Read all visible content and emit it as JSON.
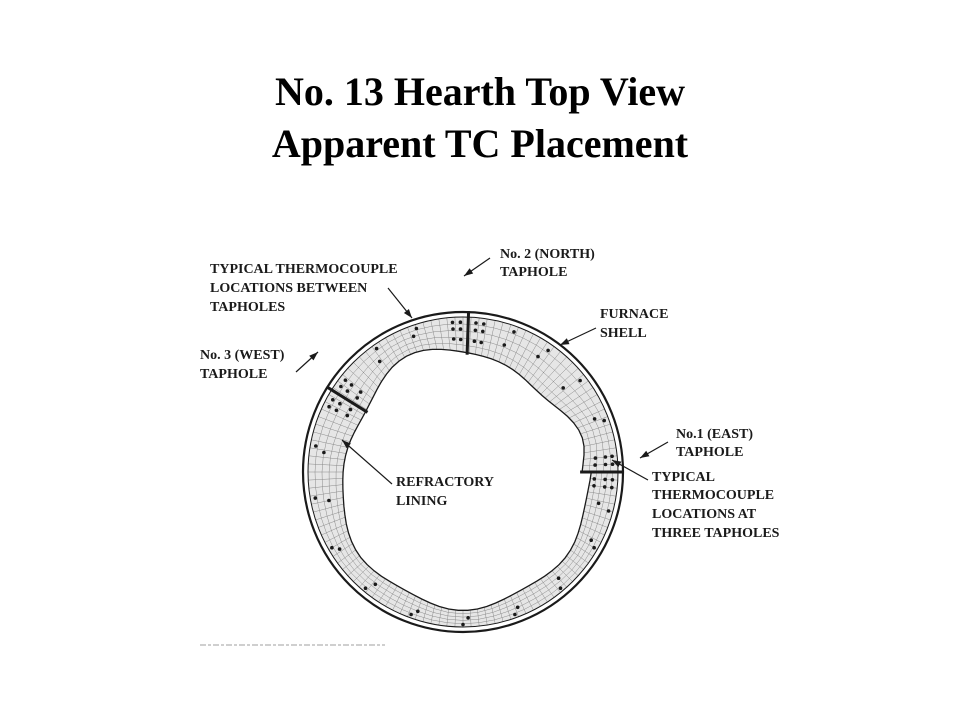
{
  "slide": {
    "title_line1": "No. 13 Hearth Top View",
    "title_line2": "Apparent TC Placement"
  },
  "diagram": {
    "north_taphole": [
      "No. 2 (NORTH)",
      "TAPHOLE"
    ],
    "east_taphole": [
      "No.1 (EAST)",
      "TAPHOLE"
    ],
    "west_taphole": [
      "No. 3 (WEST)",
      "TAPHOLE"
    ],
    "typical_between": [
      "TYPICAL THERMOCOUPLE",
      "LOCATIONS BETWEEN",
      "TAPHOLES"
    ],
    "typical_three": [
      "TYPICAL",
      "THERMOCOUPLE",
      "LOCATIONS  AT",
      "THREE TAPHOLES"
    ],
    "furnace_shell": [
      "FURNACE",
      "SHELL"
    ],
    "refractory_lining": [
      "REFRACTORY",
      "LINING"
    ]
  },
  "colors": {
    "ink": "#1a1a1a",
    "hatch": "#8a8a8a",
    "ring_fill": "#e6e6e6"
  }
}
